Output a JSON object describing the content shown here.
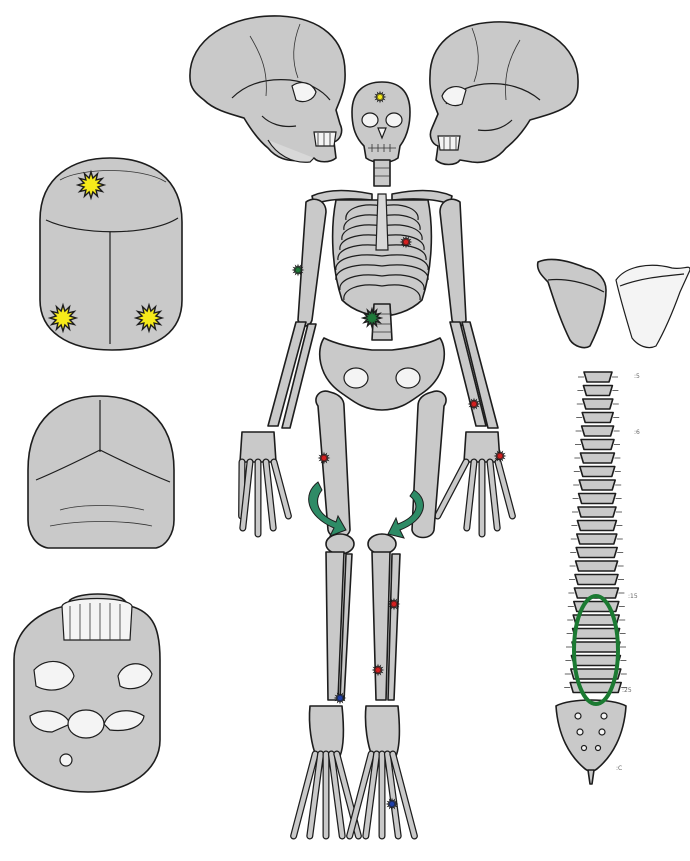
{
  "colors": {
    "background": "#ffffff",
    "bone": "#c9c9c9",
    "outline": "#1d1d1d",
    "marker_yellow": "#f6ea1a",
    "marker_red": "#d61f1f",
    "marker_green": "#1f7a3a",
    "marker_blue": "#1f3fa8",
    "arrow_green": "#2e8b66",
    "ellipse_green": "#1b7a32"
  },
  "markers": [
    {
      "id": "cranial-vertex",
      "color": "yellow"
    },
    {
      "id": "frontal-left",
      "color": "yellow"
    },
    {
      "id": "parietal-left",
      "color": "yellow"
    },
    {
      "id": "parietal-right",
      "color": "yellow"
    },
    {
      "id": "rib",
      "color": "red"
    },
    {
      "id": "humerus",
      "color": "green"
    },
    {
      "id": "lumbar",
      "color": "green"
    },
    {
      "id": "radius",
      "color": "red"
    },
    {
      "id": "hand",
      "color": "red"
    },
    {
      "id": "femur",
      "color": "red"
    },
    {
      "id": "tibia-upper",
      "color": "red"
    },
    {
      "id": "tibia-lower",
      "color": "red"
    },
    {
      "id": "ankle",
      "color": "blue"
    },
    {
      "id": "foot",
      "color": "blue"
    }
  ],
  "arrows": [
    {
      "id": "left-knee-arrow",
      "color": "green"
    },
    {
      "id": "right-knee-arrow",
      "color": "green"
    }
  ],
  "spine_annotation": {
    "shape": "ellipse",
    "color": "green"
  }
}
